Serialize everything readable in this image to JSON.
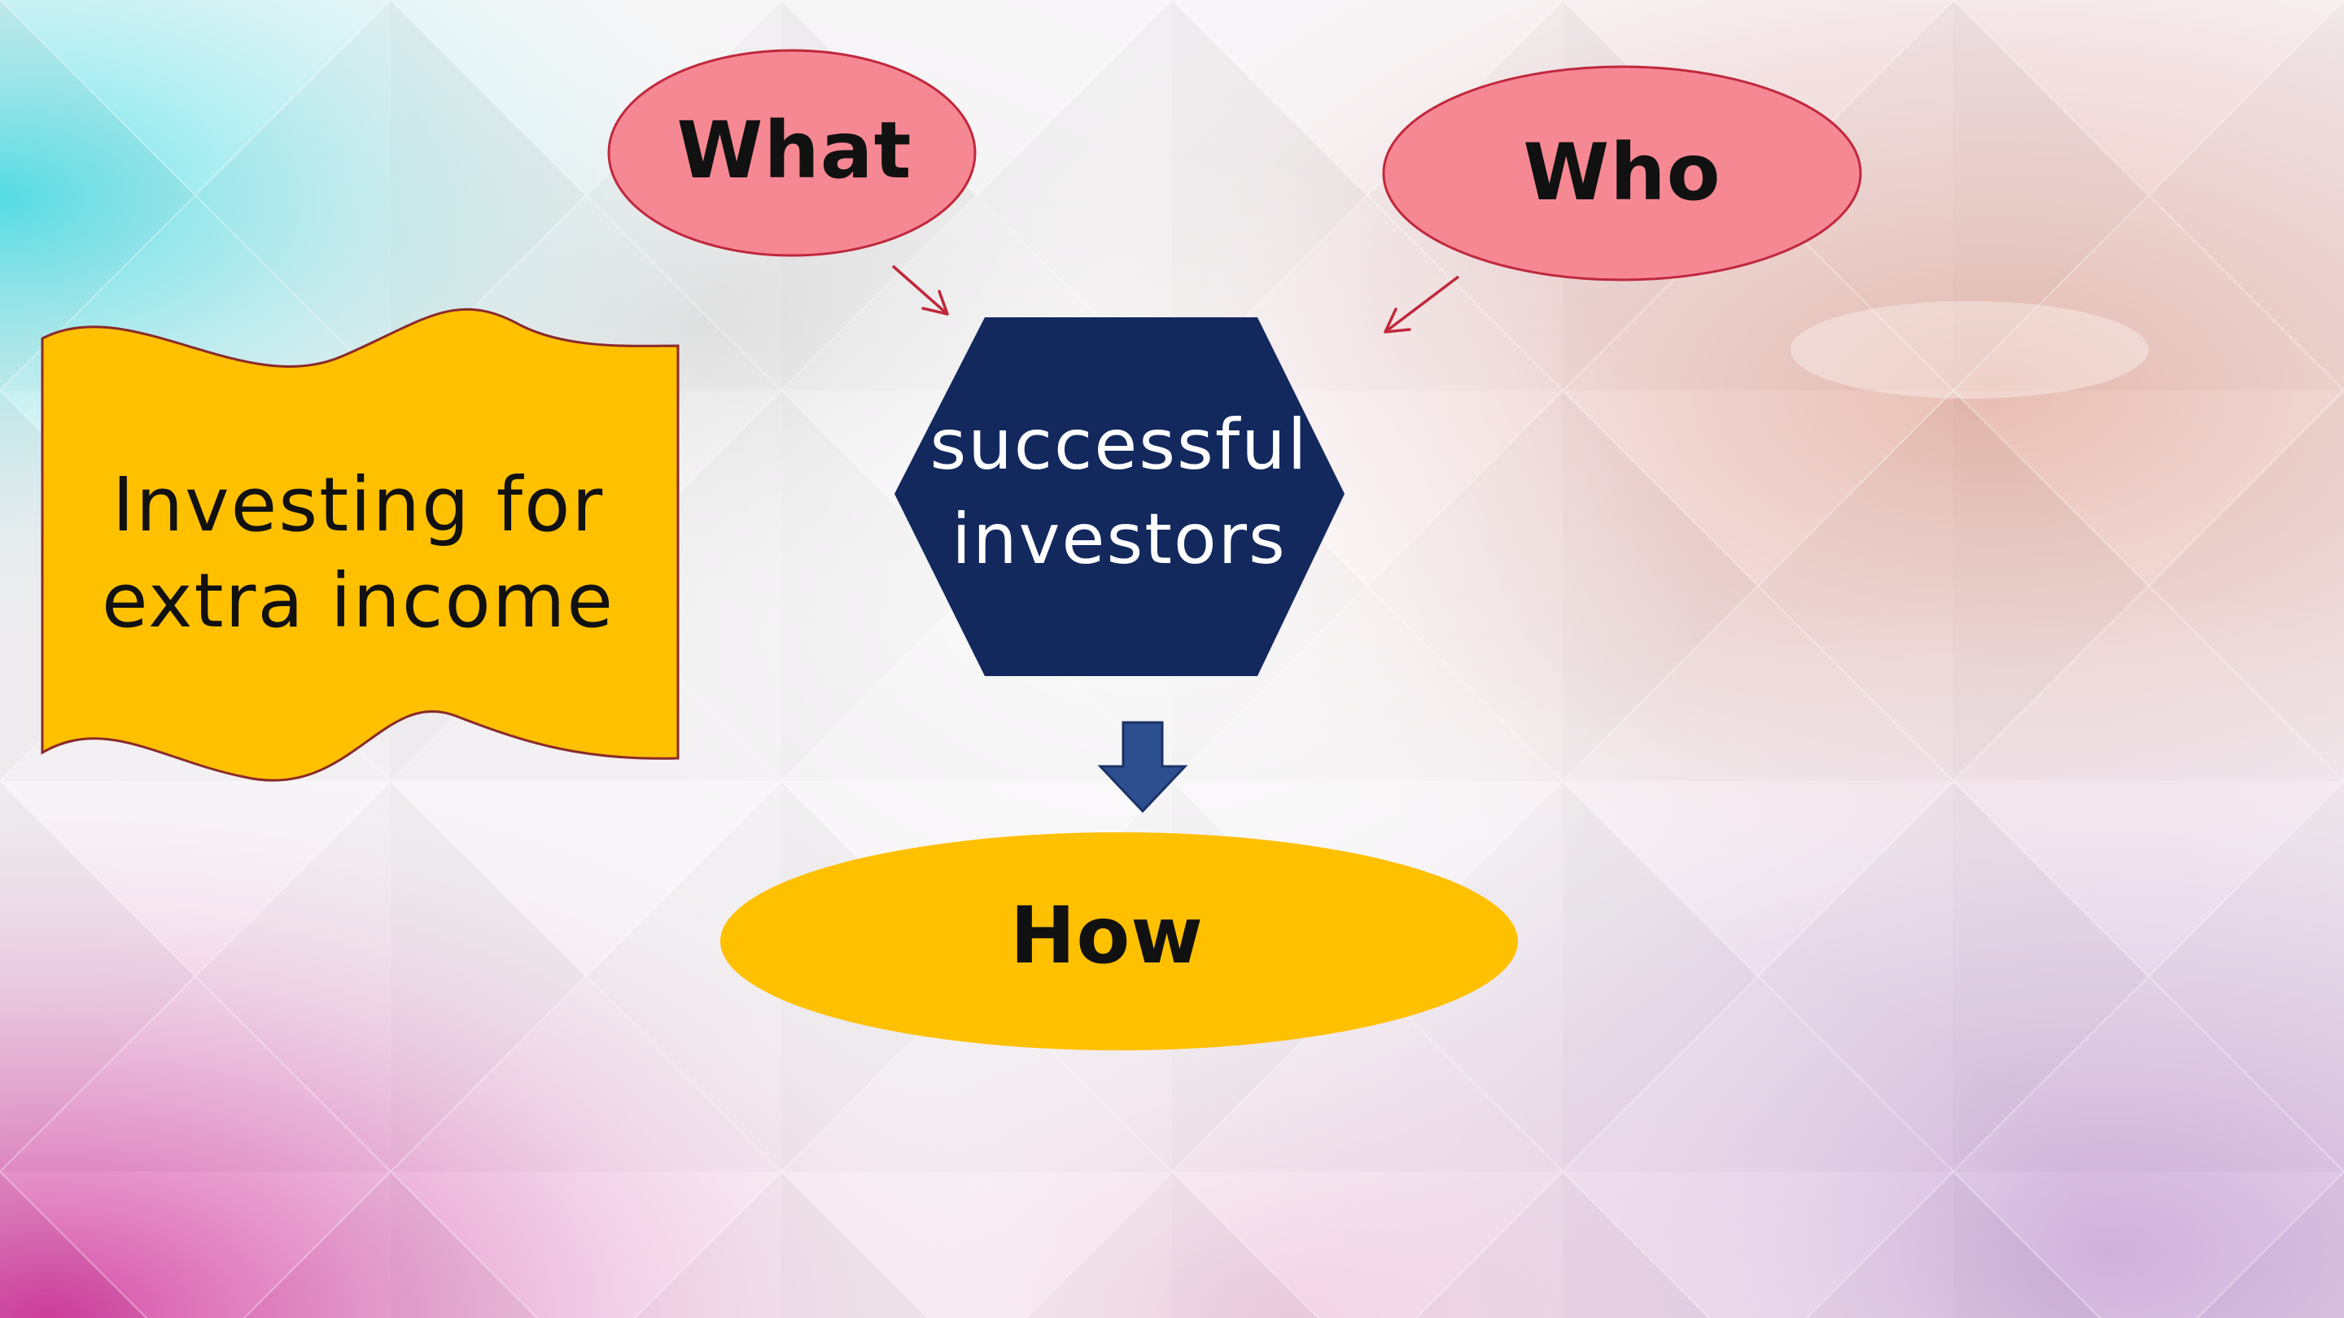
{
  "diagram": {
    "nodes": {
      "what": {
        "label": "What",
        "fill": "#f68894",
        "stroke": "#c0283c"
      },
      "who": {
        "label": "Who",
        "fill": "#f68894",
        "stroke": "#c0283c"
      },
      "center": {
        "label": "successful\ninvestors",
        "fill": "#13295e"
      },
      "banner": {
        "label": "Investing for\nextra income",
        "fill": "#ffc000",
        "stroke": "#8a2a2a"
      },
      "how": {
        "label": "How",
        "fill": "#ffc000"
      }
    },
    "connectors": {
      "what_to_center": {
        "color": "#c0283c"
      },
      "who_to_center": {
        "color": "#c0283c"
      },
      "center_to_how": {
        "fill": "#2e4f8f",
        "stroke": "#1b3366"
      }
    }
  }
}
